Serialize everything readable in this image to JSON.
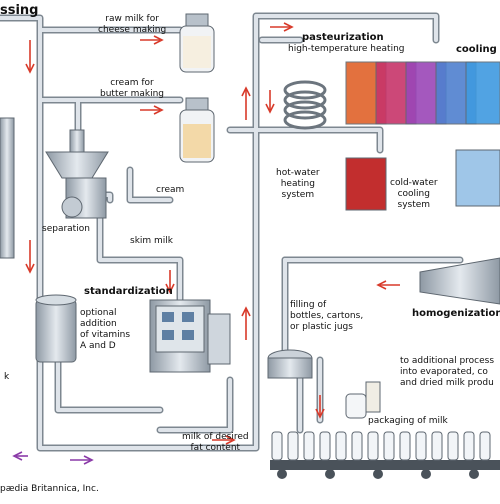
{
  "title": "ssing",
  "credit": "pædia Britannica, Inc.",
  "labels": {
    "raw_milk": "raw milk for\ncheese making",
    "cream_butter": "cream for\nbutter making",
    "cream": "cream",
    "separation": "separation",
    "skim_milk": "skim milk",
    "standardization": "standardization",
    "optional": "optional\naddition\nof vitamins\nA and D",
    "pasteurization": "pasteurization",
    "high_temp": "high-temperature heating",
    "cooling": "cooling",
    "hot_water": "hot-water\nheating\nsystem",
    "cold_water": "cold-water\ncooling\nsystem",
    "filling": "filling of\nbottles, cartons,\nor plastic jugs",
    "homogenization": "homogenization",
    "to_additional": "to additional process\ninto evaporated, co\nand dried milk produ",
    "milk_desired": "milk of desired\nfat content",
    "packaging": "packaging of milk",
    "left_k": "k"
  },
  "colors": {
    "pipe": "#c9d0d8",
    "pipe_edge": "#8a949e",
    "flow": "#d83a2a",
    "purple_flow": "#8a3aa8",
    "steel": "#aeb8c2",
    "milk": "#f6efe0",
    "cream": "#f3d9a8"
  }
}
